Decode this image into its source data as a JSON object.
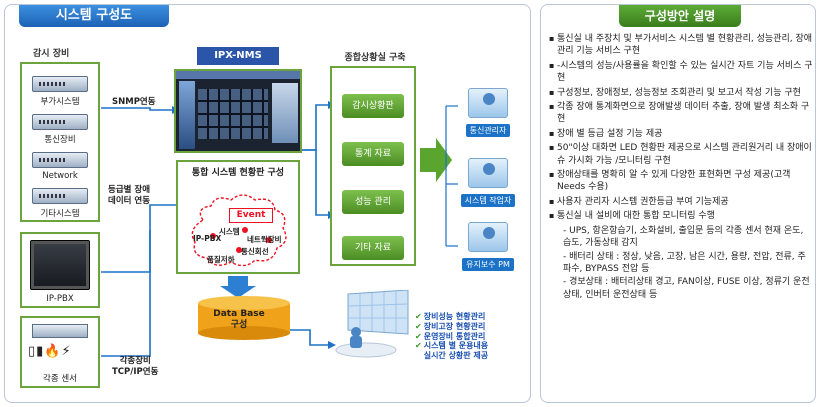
{
  "left": {
    "title": "시스템 구성도",
    "monitoring_head": "감시 장비",
    "devices": [
      {
        "label": "부가시스템"
      },
      {
        "label": "통신장비"
      },
      {
        "label": "Network"
      },
      {
        "label": "기타시스템"
      }
    ],
    "pbx_label": "IP-PBX",
    "sensor_label": "각종 센서",
    "conn_labels": [
      "SNMP연동",
      "등급별 장애\n데이터 연동",
      "각종장비\nTCP/IP연동"
    ],
    "nms_label": "IPX-NMS",
    "status_title": "통합 시스템 현황판 구성",
    "event_label": "Event",
    "cloud_words": [
      "시스템",
      "네트웍장비",
      "IP-PBX",
      "통신회선",
      "품질저하"
    ],
    "db_label": "Data Base\n구성",
    "center_head": "종합상황실 구축",
    "center_items": [
      "감시상황판",
      "통계 자료",
      "성능 관리",
      "기타 자료"
    ],
    "roles": [
      "통신관리자",
      "시스템 작업자",
      "유지보수 PM"
    ],
    "checklist": [
      "장비성능 현황관리",
      "장비고장 현황관리",
      "운영장비 통합관리",
      "시스템 별 운용내용",
      "실시간 상황판 제공"
    ]
  },
  "right": {
    "title": "구성방안 설명",
    "items": [
      {
        "type": "top",
        "text": "통신실 내 주장치 및 부가서비스 시스템 별 현황관리, 성능관리, 장애관리 기능 서비스 구현"
      },
      {
        "type": "top",
        "text": "-시스템의 성능/사용률을 확인할 수 있는 실시간 자트 기능 서비스 구현"
      },
      {
        "type": "top",
        "text": "구성정보, 장애정보, 성능정보 조회관리 및 보고서 작성 기능 구현"
      },
      {
        "type": "top",
        "text": "각종 장애 통계화면으로 장애발생 데이터 추출, 장애 발생 최소화 구현"
      },
      {
        "type": "top",
        "text": "장애 별 등급 설정 기능 제공"
      },
      {
        "type": "top",
        "text": "50\"이상 대화면 LED 현황판 제공으로 시스템 관리원거리 내 장애이슈 가시화 가능 /모니터링 구현"
      },
      {
        "type": "top",
        "text": "장애상태를 명확히 알 수 있게 다양한 표현화면 구성 제공(고객 Needs 수용)"
      },
      {
        "type": "top",
        "text": "사용자 관리자 시스템 권한등급 부여 기능제공"
      },
      {
        "type": "top",
        "text": "통신실 내 설비에 대한 통합 모니터링 수행"
      },
      {
        "type": "sub",
        "text": "- UPS, 항온항습기, 소화설비, 출입문 등의 각종 센서 현재 온도, 습도, 가동상태 감지"
      },
      {
        "type": "sub",
        "text": "- 배터리 상태 : 정상, 낮음, 고장, 남은 시간, 용량, 전압, 전류, 주파수, BYPASS 전압 등"
      },
      {
        "type": "sub",
        "text": "- 경보상태 : 배터리상태 경고, FAN이상, FUSE 이상, 정류기 운전상태, 인버터 운전상태 등"
      }
    ]
  },
  "colors": {
    "blue_title": "#1c62b5",
    "green_title": "#3a7d1c",
    "group_border": "#6aa43a",
    "arrow_blue": "#1c72c7",
    "arrow_green": "#5aa52e"
  }
}
